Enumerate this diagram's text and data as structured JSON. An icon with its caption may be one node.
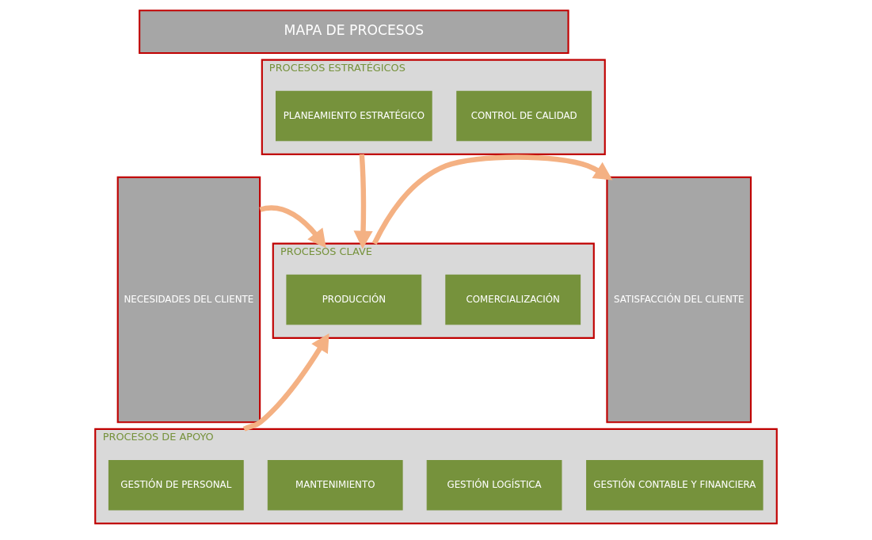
{
  "diagram": {
    "nodes": [
      {
        "text": [
          "MAPA DE PROCESOS"
        ]
      },
      {
        "text": [
          "NECESIDADES DEL CLIENTE"
        ]
      },
      {
        "text": [
          "PROCESOS ESTRATÉGICOS"
        ]
      },
      {
        "text": [
          "PLANEAMIENTO ESTRATÉGICO"
        ],
        "in": 2
      },
      {
        "text": [
          "CONTROL DE CALIDAD"
        ],
        "in": 2
      },
      {
        "text": [
          "PROCESOS CLAVE"
        ]
      },
      {
        "text": [
          "PRODUCCIÓN"
        ],
        "in": 5
      },
      {
        "text": [
          "COMERCIALIZACIÓN"
        ],
        "in": 5
      },
      {
        "text": [
          "PROCESOS DE APOYO"
        ]
      },
      {
        "text": [
          "GESTIÓN DE PERSONAL"
        ],
        "in": 8
      },
      {
        "text": [
          "MANTENIMIENTO"
        ],
        "in": 8
      },
      {
        "text": [
          "GESTIÓN LOGÍSTICA"
        ],
        "in": 8
      },
      {
        "text": [
          "GESTIÓN CONTABLE Y FINANCIERA"
        ],
        "in": 8
      },
      {
        "text": [
          "SATISFACCIÓN DEL CLIENTE"
        ]
      }
    ],
    "edges": [
      {
        "from": 2,
        "to": 5,
        "arrow": "to"
      },
      {
        "from": 8,
        "to": 5,
        "arrow": "to"
      },
      {
        "from": 1,
        "to": 5,
        "arrow": "to"
      },
      {
        "from": 5,
        "to": 13,
        "arrow": "to"
      }
    ]
  }
}
